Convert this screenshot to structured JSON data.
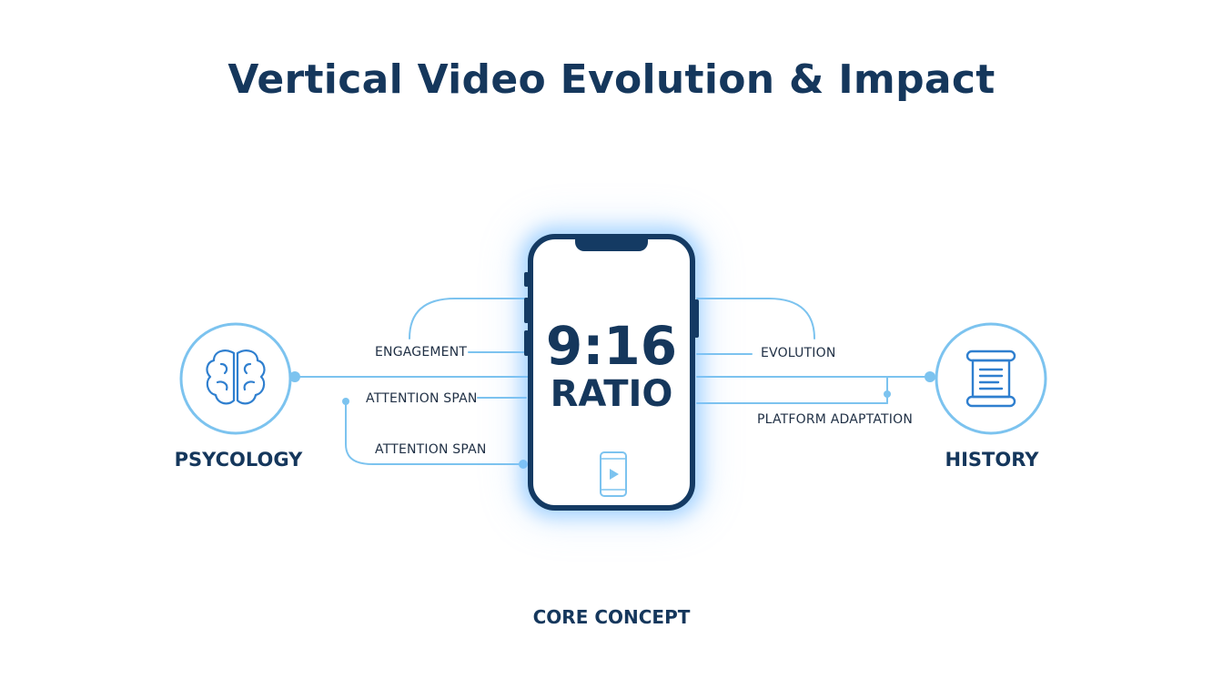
{
  "title": "Vertical Video Evolution & Impact",
  "center": {
    "ratio_number": "9:16",
    "ratio_word": "RATIO",
    "caption": "CORE CONCEPT",
    "play_icon": "phone-play-icon"
  },
  "left_node": {
    "label": "PSYCOLOGY",
    "icon": "brain-icon",
    "connectors": [
      "ENGAGEMENT",
      "ATTENTION SPAN",
      "ATTENTION SPAN"
    ]
  },
  "right_node": {
    "label": "HISTORY",
    "icon": "scroll-icon",
    "connectors": [
      "EVOLUTION",
      "PLATFORM ADAPTATION"
    ]
  },
  "colors": {
    "primary": "#15375c",
    "accent_line": "#7cc3ef",
    "glow": "#8ecbff"
  }
}
